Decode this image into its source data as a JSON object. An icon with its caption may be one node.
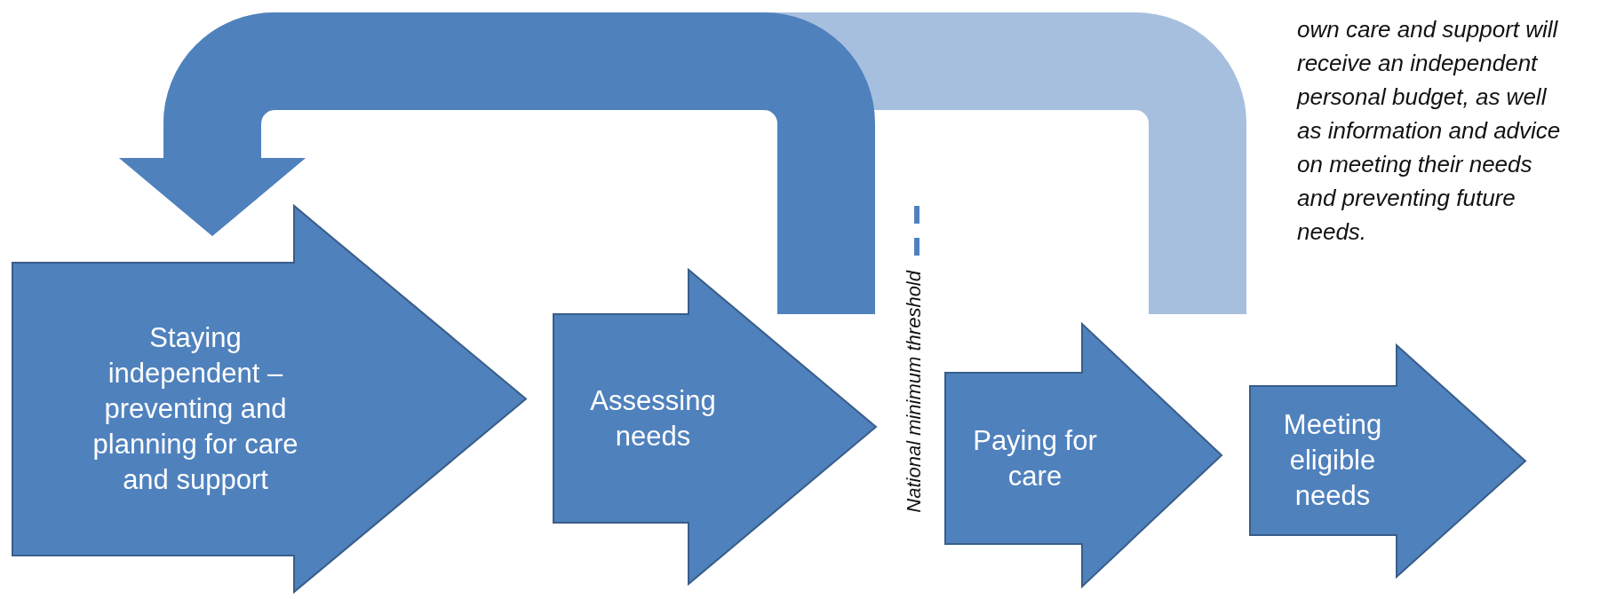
{
  "diagram": {
    "nodes": [
      {
        "text": [
          "Staying independent – preventing and planning for care and support"
        ]
      },
      {
        "text": [
          "Assessing needs"
        ]
      },
      {
        "text": [
          "Paying for care"
        ]
      },
      {
        "text": [
          "Meeting eligible needs"
        ]
      }
    ],
    "edges": [
      {
        "from": 2,
        "to": 0,
        "arrow": "to",
        "color": "#a7bfde"
      },
      {
        "from": 1,
        "to": 0,
        "arrow": "to"
      }
    ],
    "labels": [
      "National minimum threshold",
      "own care and support will receive an independent personal budget, as well as information and advice on meeting their needs and preventing future needs."
    ]
  }
}
